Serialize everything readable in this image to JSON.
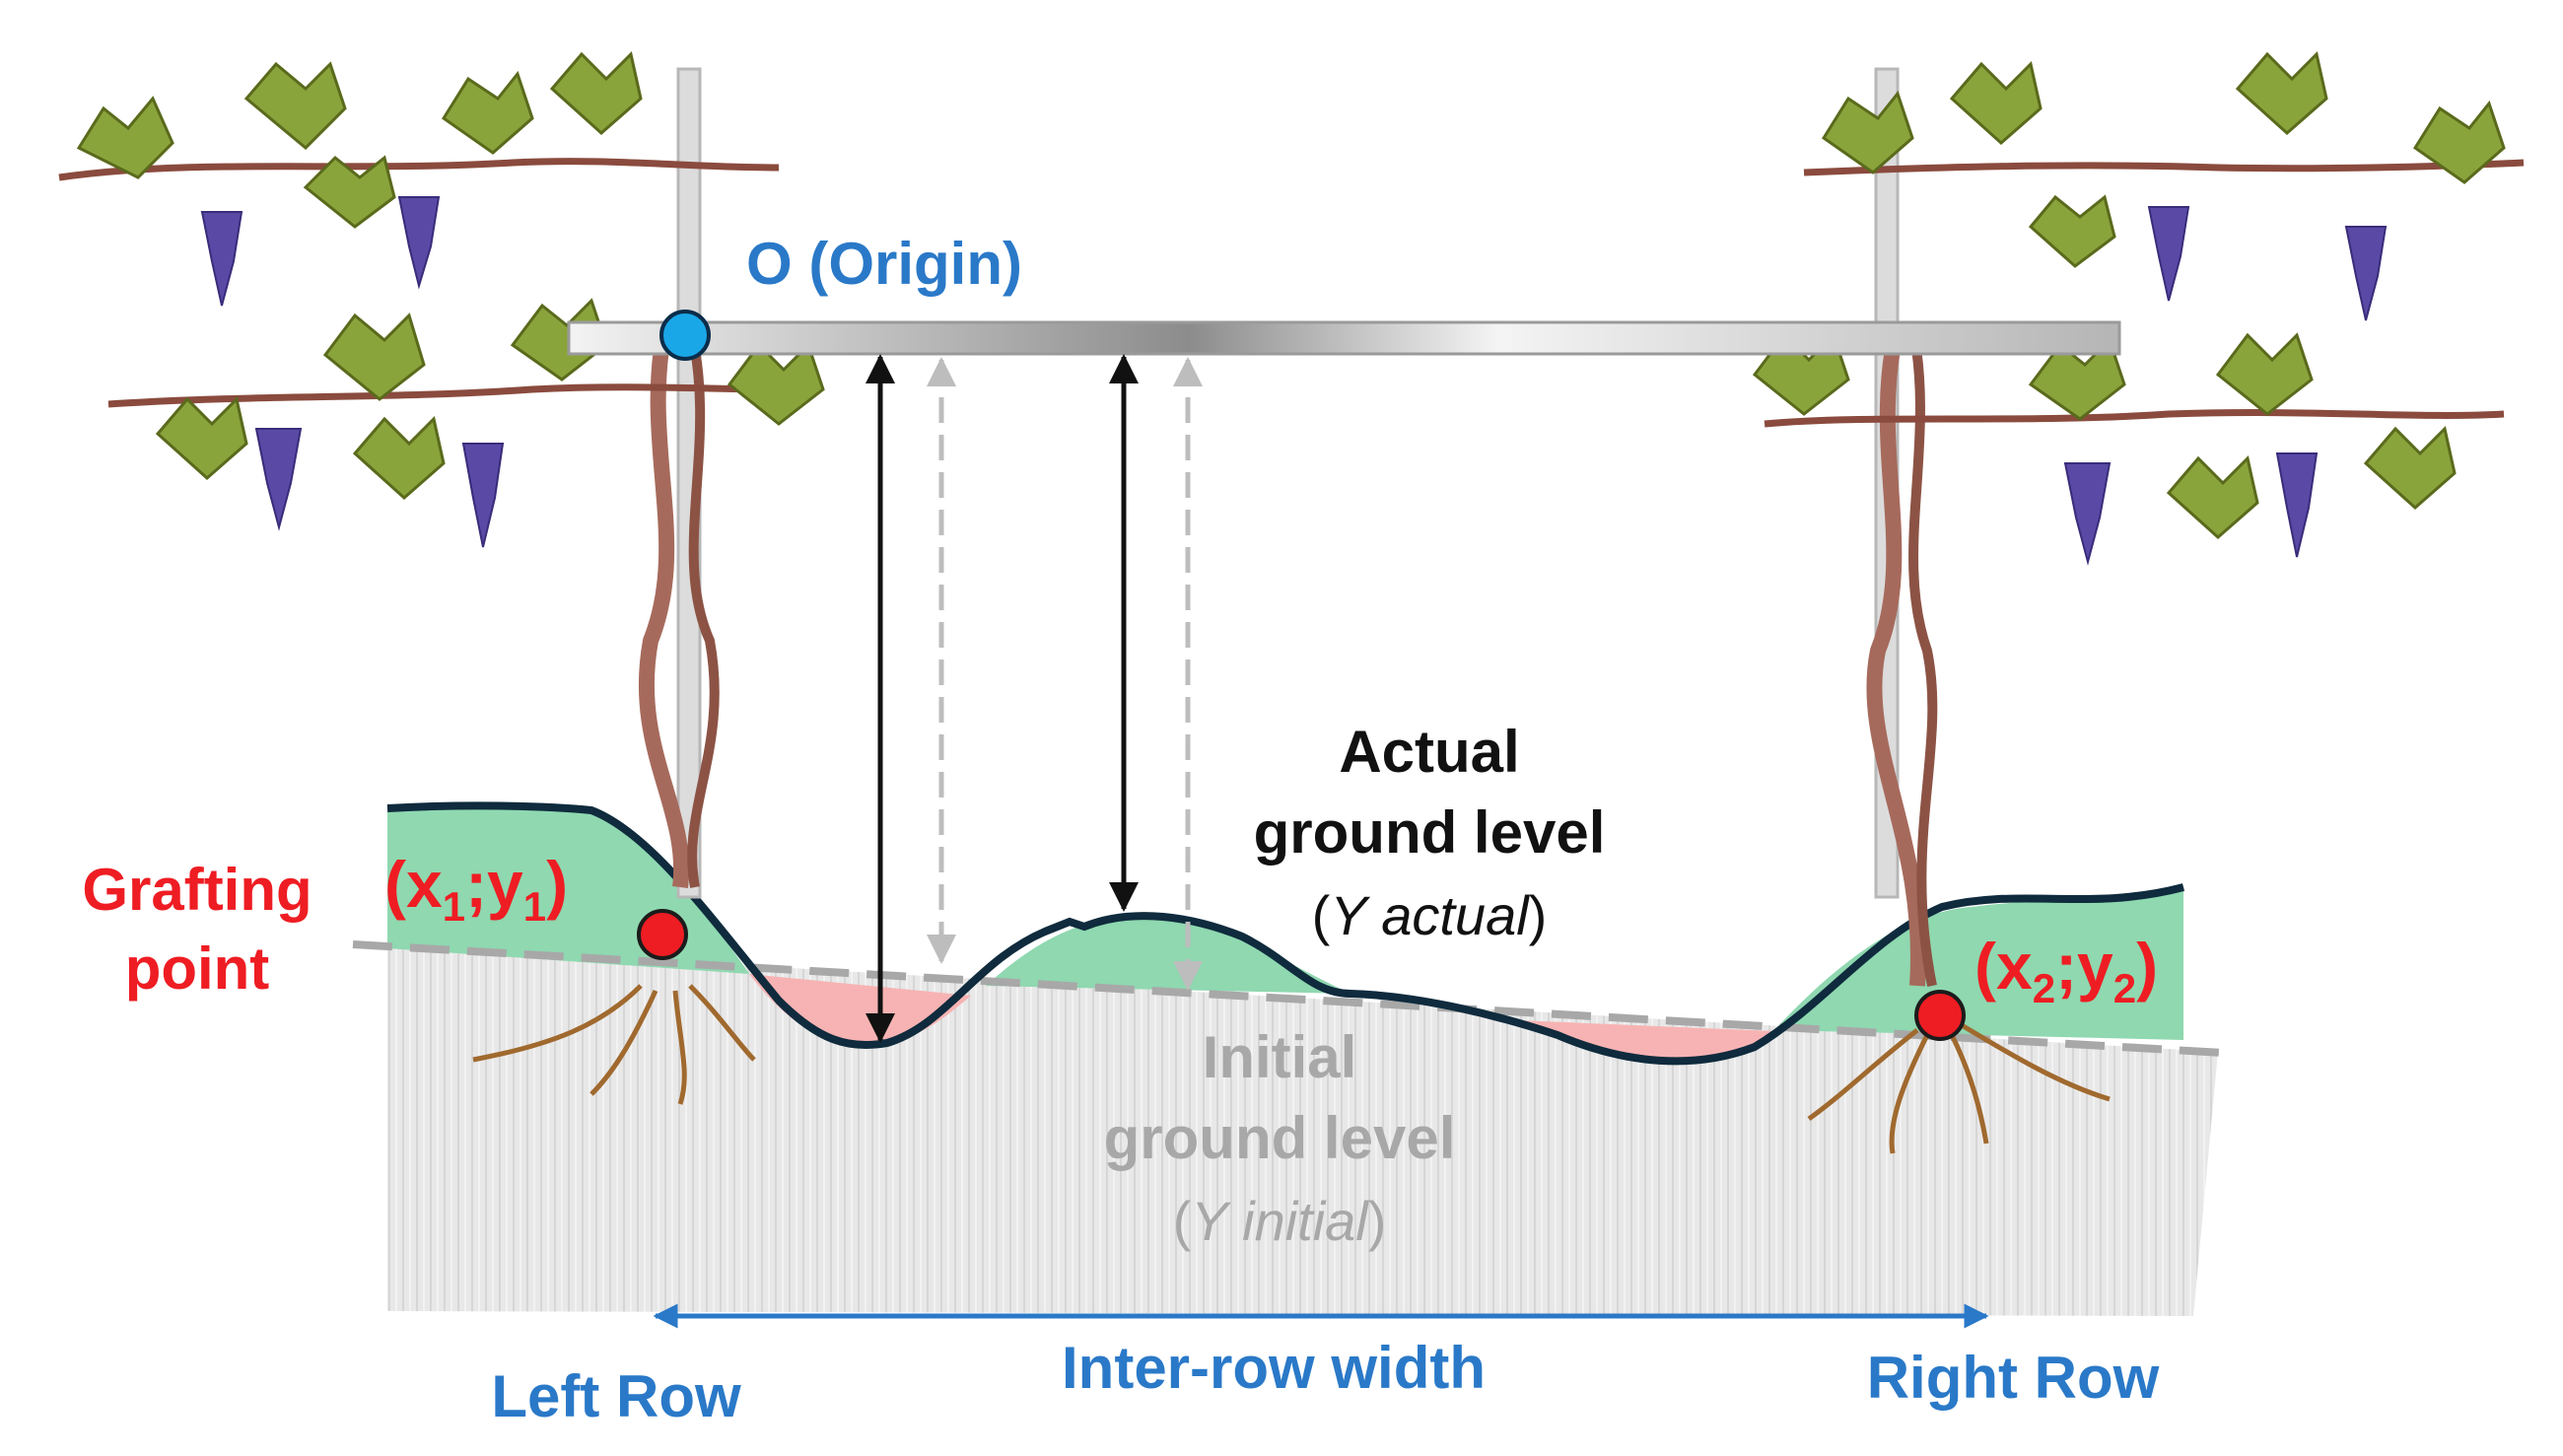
{
  "origin": {
    "label": "O (Origin)"
  },
  "grafting": {
    "line1": "Grafting",
    "line2": "point"
  },
  "point1": {
    "x": "x",
    "sub_x": "1",
    "sep": ";",
    "y": "y",
    "sub_y": "1",
    "open": "(",
    "close": ")"
  },
  "point2": {
    "x": "x",
    "sub_x": "2",
    "sep": ";",
    "y": "y",
    "sub_y": "2",
    "open": "(",
    "close": ")"
  },
  "actual": {
    "line1": "Actual",
    "line2": "ground level",
    "open": "(",
    "var": "Y actual",
    "close": ")"
  },
  "initial": {
    "line1": "Initial",
    "line2": "ground level",
    "open": "(",
    "var": "Y initial",
    "close": ")"
  },
  "bottom": {
    "left_row": "Left Row",
    "width_label": "Inter-row width",
    "right_row": "Right Row"
  },
  "colors": {
    "blue": "#2a79c8",
    "red": "#ee1d23",
    "fill_gain": "#8fd8b0",
    "fill_loss": "#f7b3b3",
    "soil": "#e6e6e6",
    "actual_line": "#0f2b3d",
    "initial_line": "#a8a8a8",
    "leaf": "#8aa43c",
    "grape": "#5a4aa6"
  }
}
